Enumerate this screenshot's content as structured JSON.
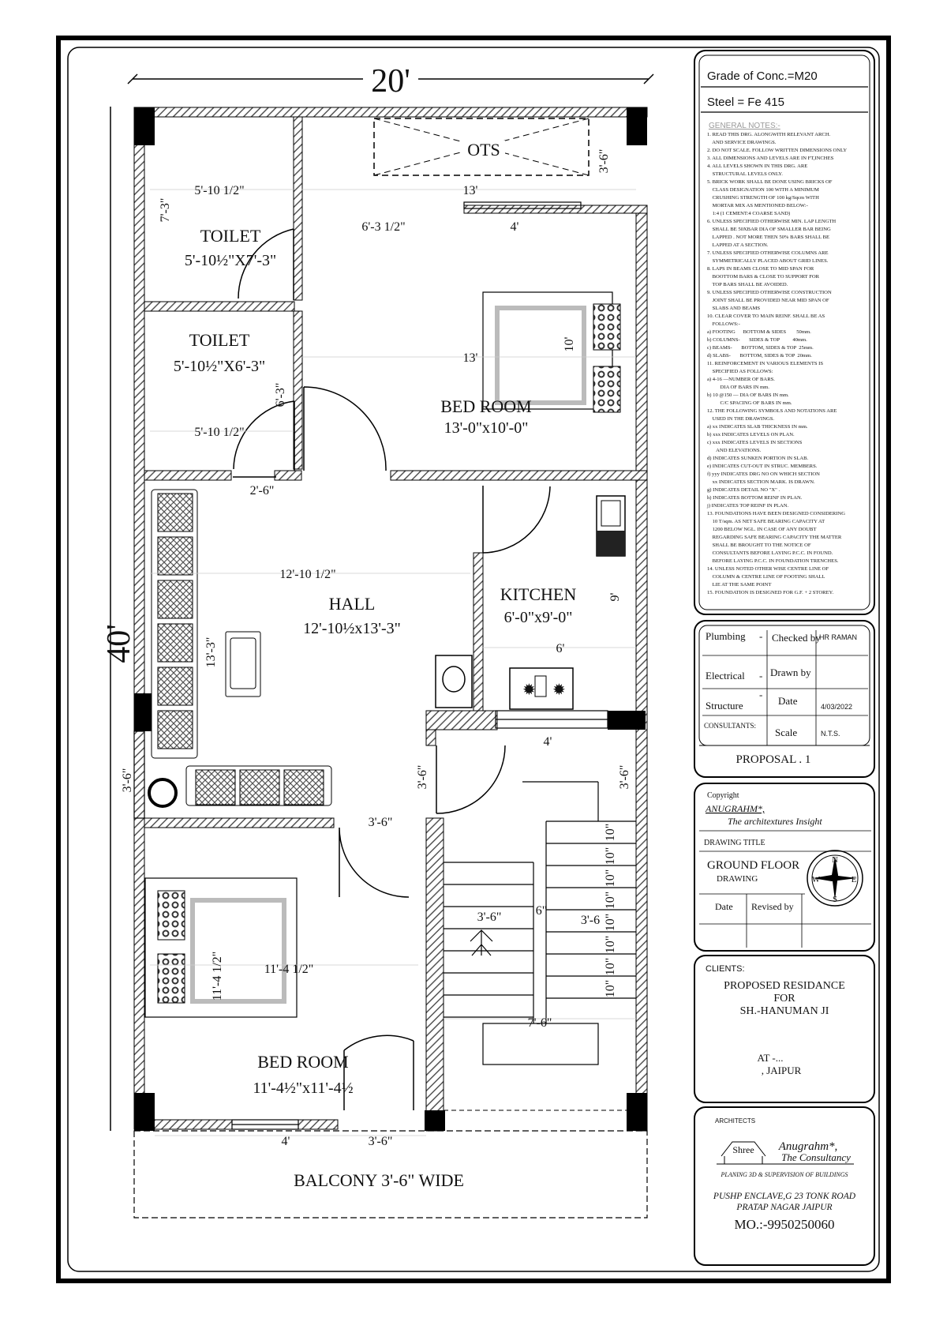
{
  "overall": {
    "width": "20'",
    "length": "40'"
  },
  "rooms": {
    "ots": "OTS",
    "toilet1": {
      "name": "TOILET",
      "size": "5'-10½\"X7'-3\""
    },
    "toilet2": {
      "name": "TOILET",
      "size": "5'-10½\"X6'-3\""
    },
    "bed1": {
      "name": "BED ROOM",
      "size": "13'-0\"x10'-0\""
    },
    "hall": {
      "name": "HALL",
      "size": "12'-10½x13'-3\""
    },
    "kitchen": {
      "name": "KITCHEN",
      "size": "6'-0\"x9'-0\""
    },
    "bed2": {
      "name": "BED ROOM",
      "size": "11'-4½\"x11'-4½"
    },
    "balcony": "BALCONY 3'-6\" WIDE"
  },
  "dims": {
    "d1": "5'-10 1/2\"",
    "d2": "7'-3\"",
    "d3": "13'",
    "d4": "3'-6\"",
    "d5": "6'-3 1/2\"",
    "d6": "4'",
    "d7": "10'",
    "d8": "13'",
    "d9": "6'-3\"",
    "d10": "5'-10 1/2\"",
    "d11": "2'-6\"",
    "d12": "12'-10 1/2\"",
    "d13": "13'-3\"",
    "d14": "9'",
    "d15": "6'",
    "d16": "4'",
    "d17": "3'-6\"",
    "d18": "3'-6\"",
    "d19": "3'-6\"",
    "d20": "3'-6\"",
    "d21": "3'-6\"",
    "d22": "6\"",
    "d23": "3'-6",
    "d24": "11'-4 1/2\"",
    "d25": "11'-4 1/2\"",
    "d26": "7'-6\"",
    "d27": "4'",
    "d28": "3'-6\"",
    "steps": [
      "10\"",
      "10\"",
      "10\"",
      "10\"",
      "10\"",
      "10\"",
      "10\"",
      "10\""
    ]
  },
  "spec": {
    "grade": "Grade of Conc.=M20",
    "steel": "Steel = Fe 415",
    "notes_title": "GENERAL NOTES:-",
    "notes": [
      "1. READ THIS DRG. ALONGWITH RELEVANT ARCH.",
      "    AND SERVICE DRAWINGS.",
      "2. DO NOT SCALE. FOLLOW WRITTEN DIMENSIONS ONLY",
      "3. ALL DIMENSIONS AND LEVELS ARE IN FT,INCHES",
      "4. ALL LEVELS SHOWN IN THIS DRG. ARE",
      "    STRUCTURAL LEVELS ONLY.",
      "5. BRICK WORK SHALL BE DONE USING BRICKS OF",
      "    CLASS DESIGNATION 100 WITH A MINIMUM",
      "    CRUSHING STRENGTH OF 100 kg/Sqcm WITH",
      "    MORTAR MIX AS MENTIONED BELOW:-",
      "    1:4 (1 CEMENT:4 COARSE SAND)",
      "6. UNLESS SPECIFIED OTHERWISE MIN. LAP LENGTH",
      "    SHALL BE 50XBAR DIA OF SMALLER BAR BEING",
      "    LAPPED . NOT MORE THEN 50% BARS SHALL BE",
      "    LAPPED AT A SECTION.",
      "7. UNLESS SPECIFIED OTHERWISE COLUMNS ARE",
      "    SYMMETRICALLY PLACED ABOUT GRID LINES.",
      "8. LAPS IN BEAMS CLOSE TO MID SPAN FOR",
      "    BOOTTOM BARS & CLOSE TO SUPPORT FOR",
      "    TOP BARS SHALL BE AVOIDED.",
      "9. UNLESS SPECIFIED OTHERWISE CONSTRUCTION",
      "    JOINT SHALL BE PROVIDED NEAR MID SPAN OF",
      "    SLABS AND BEAMS",
      "10. CLEAR COVER TO MAIN REINF. SHALL BE AS",
      "    FOLLOWS:-",
      "a) FOOTING      BOTTOM & SIDES        50mm.",
      "b) COLUMNS-       SIDES & TOP          40mm.",
      "c) BEAMS-       BOTTOM, SIDES & TOP  25mm.",
      "d) SLABS-       BOTTOM, SIDES & TOP  20mm.",
      "11. REINFORCEMENT IN VARIOUS ELEMENTS IS",
      "    SPECIFIED AS FOLLOWS:",
      "a) 4-16 —NUMBER OF BARS.",
      "          DIA OF BARS IN mm.",
      "b) 10 @150 — DIA OF BARS IN mm.",
      "          C/C SPACING OF BARS IN mm.",
      "12. THE FOLLOWING SYMBOLS AND NOTATIONS ARE",
      "    USED IN THE DRAWINGS.",
      "a) xx INDICATES SLAB THICKNESS IN mm.",
      "b) xxx INDICATES LEVELS ON PLAN.",
      "c) xxx INDICATES LEVELS IN SECTIONS",
      "       AND ELEVATIONS.",
      "d) INDICATES SUNKEN PORTION IN SLAB.",
      "e) INDICATES CUT-OUT IN STRUC. MEMBERS.",
      "f) yyy INDICATES DRG NO ON WHICH SECTION",
      "    xx INDICATES SECTION MARK. IS DRAWN.",
      "g) INDICATES DETAIL NO \"X\" .",
      "h) INDICATES BOTTOM REINF IN PLAN.",
      "j) INDICATES TOP REINF IN PLAN.",
      "13. FOUNDATIONS HAVE BEEN DESIGNED CONSIDERING",
      "    10 T/sqm. AS NET SAFE BEARING CAPACITY AT",
      "    1200 BELOW NGL. IN CASE OF ANY DOUBT",
      "    REGARDING SAFE BEARING CAPACITY THE MATTER",
      "    SHALL BE BROUGHT TO THE NOTICE OF",
      "    CONSULTANTS BEFORE LAYING P.C.C. IN FOUND.",
      "    BEFORE LAYING P.C.C. IN FOUNDATION TRENCHES.",
      "14. UNLESS NOTED OTHER WISE CENTRE LINE OF",
      "    COLUMN & CENTRE LINE OF FOOTING SHALL",
      "    LIE AT THE SAME POINT",
      "15. FOUNDATION IS DESIGNED FOR G.F. + 2 STOREY."
    ]
  },
  "checks": {
    "plumbing": "Plumbing",
    "electrical": "Electrical",
    "structure": "Structure",
    "consultants": "CONSULTANTS:",
    "dash": "-",
    "checked_by": "Checked by",
    "checked_val": "HR RAMAN",
    "drawn_by": "Drawn by",
    "date": "Date",
    "date_val": "4/03/2022",
    "scale": "Scale",
    "scale_val": "N.T.S.",
    "proposal": "PROPOSAL . 1"
  },
  "title_box": {
    "copyright": "Copyright",
    "brand": "ANUGRAHM*,",
    "tagline": "The architextures Insight",
    "drawing_title": "DRAWING TITLE",
    "title": "GROUND FLOOR",
    "sub": "DRAWING",
    "date": "Date",
    "revised": "Revised by",
    "compass": {
      "n": "N",
      "s": "S",
      "e": "E",
      "w": "W"
    }
  },
  "clients": {
    "label": "CLIENTS:",
    "line1": "PROPOSED RESIDANCE",
    "line2": "FOR",
    "line3": "SH.-HANUMAN JI",
    "at": "AT -...",
    "city": ", JAIPUR"
  },
  "architects": {
    "label": "ARCHITECTS",
    "shree": "Shree",
    "name": "Anugrahm*,",
    "sub": "The Consultancy",
    "services": "PLANING 3D & SUPERVISION OF BUILDINGS",
    "addr1": "PUSHP ENCLAVE,G 23 TONK ROAD",
    "addr2": "PRATAP NAGAR JAIPUR",
    "mobile": "MO.:-9950250060"
  }
}
